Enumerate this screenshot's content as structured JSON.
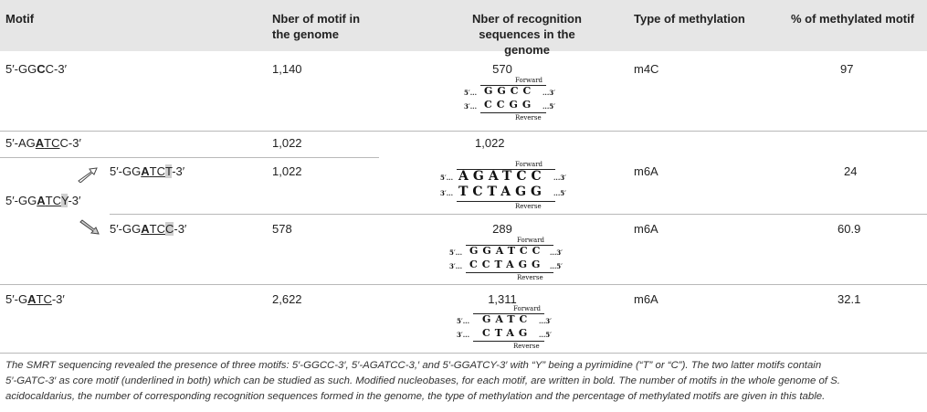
{
  "header": {
    "motif": "Motif",
    "nber_motif_1": "Nber of motif in",
    "nber_motif_2": "the genome",
    "nber_recog_1": "Nber of recognition",
    "nber_recog_2": "sequences in the genome",
    "type": "Type of methylation",
    "pct": "% of methylated motif"
  },
  "rows": {
    "ggcc": {
      "motif_pre": "5′-GG",
      "motif_bold": "C",
      "motif_post": "C-3′",
      "count": "1,140",
      "recog": "570",
      "type": "m4C",
      "pct": "97"
    },
    "agatcc": {
      "motif_pre": "5′-AG",
      "motif_u1": "A",
      "motif_u2": "TC",
      "motif_post": "C-3′",
      "count": "1,022",
      "recog": "1,022"
    },
    "ggatcy": {
      "motif_pre": "5′-GG",
      "motif_u1": "A",
      "motif_u2": "TC",
      "motif_y": "Y",
      "motif_post": "-3′"
    },
    "ggatct": {
      "motif_pre": "5′-GG",
      "motif_u1": "A",
      "motif_u2": "TC",
      "motif_t": "T",
      "motif_post": "-3′",
      "count": "1,022",
      "type": "m6A",
      "pct": "24"
    },
    "ggatcc": {
      "motif_pre": "5′-GG",
      "motif_u1": "A",
      "motif_u2": "TC",
      "motif_c": "C",
      "motif_post": "-3′",
      "count": "578",
      "recog": "289",
      "type": "m6A",
      "pct": "60.9"
    },
    "gatc": {
      "motif_pre": "5′-G",
      "motif_u1": "A",
      "motif_u2": "TC",
      "motif_post": "-3′",
      "count": "2,622",
      "recog": "1,311",
      "type": "m6A",
      "pct": "32.1"
    }
  },
  "diagrams": {
    "forward": "Forward",
    "reverse": "Reverse",
    "p5": "5′...",
    "p3": "3′...",
    "s5": "...5′",
    "s3": "...3′",
    "ggcc_top": "GGCC",
    "ggcc_bot": "CCGG",
    "agatcc_top": "AGATCC",
    "agatcc_bot": "TCTAGG",
    "ggatcc_top": "GGATCC",
    "ggatcc_bot": "CCTAGG",
    "gatc_top": "GATC",
    "gatc_bot": "CTAG"
  },
  "caption": {
    "line1": "The SMRT sequencing revealed the presence of three motifs: 5′-GGCC-3′, 5′-AGATCC-3,′ and 5′-GGATCY-3′ with “Y” being a pyrimidine (“T” or “C”). The two latter motifs contain",
    "line2": "5′-GATC-3′ as core motif (underlined in both) which can be studied as such. Modified nucleobases, for each motif, are written in bold. The number of motifs in the whole genome of S.",
    "line3": "acidocaldarius, the number of corresponding recognition sequences formed in the genome, the type of methylation and the percentage of methylated motifs are given in this table."
  }
}
